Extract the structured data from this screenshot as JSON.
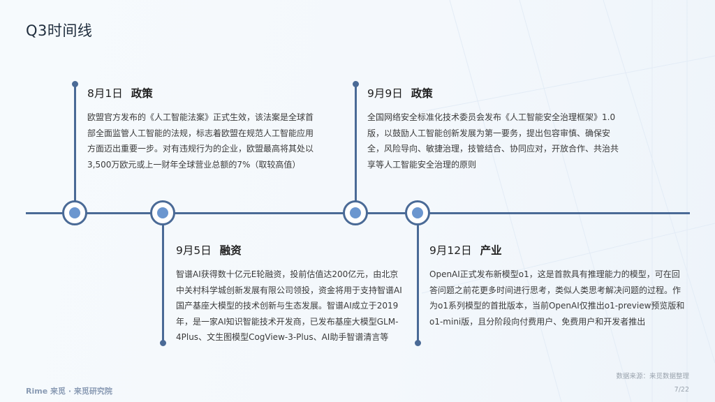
{
  "title": "Q3时间线",
  "events": [
    {
      "date": "8月1日",
      "category": "政策",
      "description": "欧盟官方发布的《人工智能法案》正式生效，该法案是全球首部全面监管人工智能的法规，标志着欧盟在规范人工智能应用方面迈出重要一步。对有违规行为的企业，欧盟最高将其处以3,500万欧元或上一财年全球营业总额的7%（取较高值）"
    },
    {
      "date": "9月5日",
      "category": "融资",
      "description": "智谱AI获得数十亿元E轮融资，投前估值达200亿元，由北京中关村科学城创新发展有限公司领投，资金将用于支持智谱AI国产基座大模型的技术创新与生态发展。智谱AI成立于2019年，是一家AI知识智能技术开发商，已发布基座大模型GLM-4Plus、文生图模型CogView-3-Plus、AI助手智谱清言等"
    },
    {
      "date": "9月9日",
      "category": "政策",
      "description": "全国网络安全标准化技术委员会发布《人工智能安全治理框架》1.0版，以鼓励人工智能创新发展为第一要务，提出包容审慎、确保安全，风险导向、敏捷治理，技管结合、协同应对，开放合作、共治共享等人工智能安全治理的原则"
    },
    {
      "date": "9月12日",
      "category": "产业",
      "description": "OpenAI正式发布新模型o1，这是首款具有推理能力的模型，可在回答问题之前花更多时间进行思考，类似人类思考解决问题的过程。作为o1系列模型的首批版本，当前OpenAI仅推出o1-preview预览版和o1-mini版，且分阶段向付费用户、免费用户和开发者推出"
    }
  ],
  "footer": {
    "logo": "Rime 来觅 · 来觅研究院",
    "source": "数据来源：来觅数据整理",
    "page": "7/22"
  },
  "colors": {
    "axis": "#4a6a96",
    "node_dot": "#6b96cf",
    "title": "#1f2d3d"
  }
}
